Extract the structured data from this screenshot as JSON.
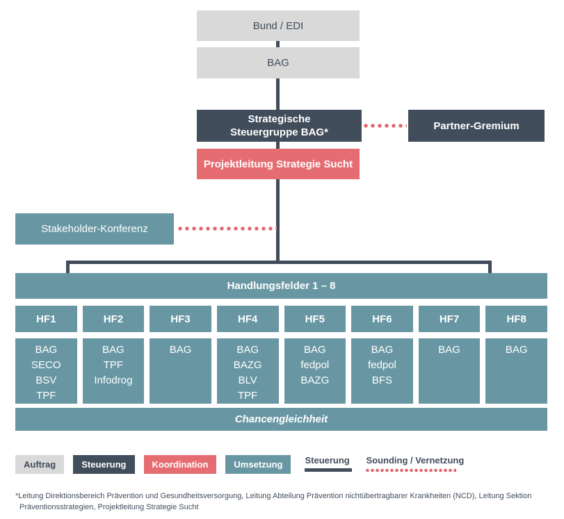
{
  "colors": {
    "gray": "#d9d9d9",
    "dark_slate": "#414d5b",
    "red": "#e56d72",
    "teal": "#6897a3",
    "dot_red": "#e2656d",
    "background": "#ffffff"
  },
  "nodes": {
    "bund_edi": "Bund / EDI",
    "bag": "BAG",
    "steuergruppe_line1": "Strategische",
    "steuergruppe_line2": "Steuergruppe BAG*",
    "partner_gremium": "Partner-Gremium",
    "projektleitung": "Projektleitung Strategie Sucht",
    "stakeholder_konferenz": "Stakeholder-Konferenz",
    "handlungsfelder_header": "Handlungsfelder 1 – 8",
    "chancengleichheit": "Chancengleichheit"
  },
  "handlungsfelder": [
    {
      "label": "HF1",
      "members": [
        "BAG",
        "SECO",
        "BSV",
        "TPF"
      ]
    },
    {
      "label": "HF2",
      "members": [
        "BAG",
        "TPF",
        "Infodrog"
      ]
    },
    {
      "label": "HF3",
      "members": [
        "BAG"
      ]
    },
    {
      "label": "HF4",
      "members": [
        "BAG",
        "BAZG",
        "BLV",
        "TPF"
      ]
    },
    {
      "label": "HF5",
      "members": [
        "BAG",
        "fedpol",
        "BAZG"
      ]
    },
    {
      "label": "HF6",
      "members": [
        "BAG",
        "fedpol",
        "BFS"
      ]
    },
    {
      "label": "HF7",
      "members": [
        "BAG"
      ]
    },
    {
      "label": "HF8",
      "members": [
        "BAG"
      ]
    }
  ],
  "legend": {
    "boxes": [
      {
        "label": "Auftrag",
        "color": "#d9d9d9"
      },
      {
        "label": "Steuerung",
        "color": "#414d5b"
      },
      {
        "label": "Koordination",
        "color": "#e56d72"
      },
      {
        "label": "Umsetzung",
        "color": "#6897a3"
      }
    ],
    "lines": [
      {
        "label": "Steuerung",
        "style": "solid",
        "color": "#414d5b"
      },
      {
        "label": "Sounding / Vernetzung",
        "style": "dotted",
        "color": "#e2656d"
      }
    ]
  },
  "footnote": "*Leitung Direktionsbereich Prävention und Gesundheitsversorgung, Leitung Abteilung Prävention nichtübertragbarer Krankheiten (NCD), Leitung Sektion Präventionsstrategien, Projektleitung Strategie Sucht"
}
